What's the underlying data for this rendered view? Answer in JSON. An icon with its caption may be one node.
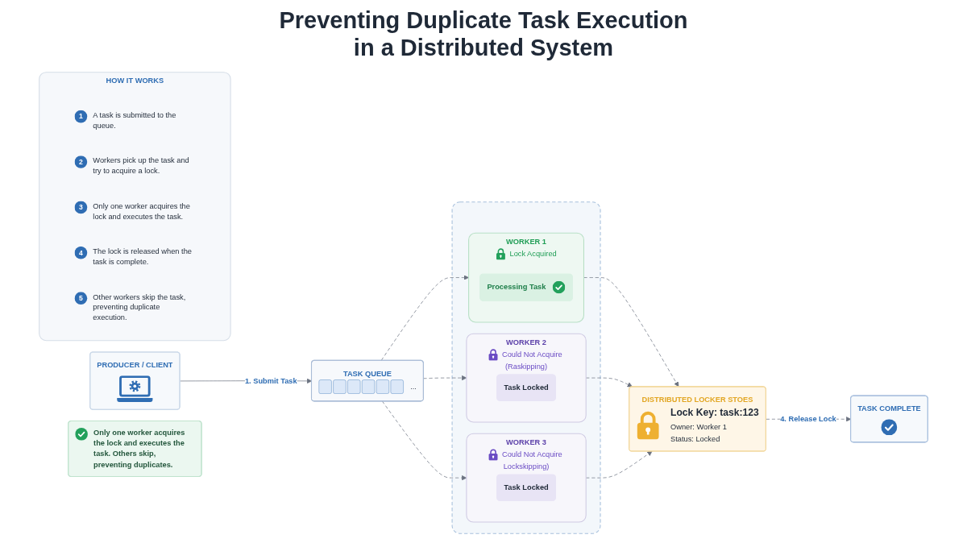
{
  "diagram": {
    "title": "Preventing Duplicate Task Execution in a Distributed System",
    "nodes": [
      {
        "text": [
          "PRODUCER / CLIENT"
        ]
      },
      {
        "text": [
          "TASK QUEUE",
          "..."
        ]
      },
      {
        "text": [],
        "shape": "box"
      },
      {
        "text": [
          "WORKER 1",
          "Lock Acquired"
        ],
        "in": 2
      },
      {
        "text": [
          "Processing Task"
        ],
        "in": 3
      },
      {
        "text": [
          "WORKER 2",
          "Could Not Acquire (Raskipping)"
        ],
        "in": 2
      },
      {
        "text": [
          "Task Locked"
        ],
        "in": 5
      },
      {
        "text": [
          "WORKER 3",
          "Could Not Acquire Lockskipping)"
        ],
        "in": 2
      },
      {
        "text": [
          "Task Locked"
        ],
        "in": 7
      },
      {
        "text": [
          "DISTRIBUTED LOCKER STOES",
          "Lock Key: task:123",
          "Owner: Worker 1",
          "Status: Locked"
        ]
      },
      {
        "text": [
          "TASK COMPLETE"
        ]
      },
      {
        "text": [
          "HOW IT WORKS"
        ]
      },
      {
        "text": [
          "1"
        ],
        "in": 11,
        "beside": [
          "A task is submitted to the queue."
        ]
      },
      {
        "text": [
          "2"
        ],
        "in": 11,
        "beside": [
          "Workers pick up the task and try to acquire a lock."
        ]
      },
      {
        "text": [
          "3"
        ],
        "in": 11,
        "beside": [
          "Only one worker acquires the lock and executes the task."
        ]
      },
      {
        "text": [
          "4"
        ],
        "in": 11,
        "beside": [
          "The lock is released when the task is complete."
        ]
      },
      {
        "text": [
          "5"
        ],
        "in": 11,
        "beside": [
          "Other workers skip the task, preventing duplicate execution."
        ]
      },
      {
        "text": [
          "Only one worker acquires the lock and executes the task. Others skip, preventing duplicates."
        ]
      }
    ],
    "edges": [
      {
        "from": 0,
        "to": 1,
        "arrow": "to",
        "label": "1. Submit Task"
      },
      {
        "from": 1,
        "to": 3,
        "arrow": "to",
        "style": "dashed"
      },
      {
        "from": 1,
        "to": 5,
        "arrow": "to",
        "style": "dashed"
      },
      {
        "from": 1,
        "to": 7,
        "arrow": "to",
        "style": "dashed"
      },
      {
        "from": 3,
        "to": 9,
        "arrow": "to",
        "style": "dashed"
      },
      {
        "from": 5,
        "to": 9,
        "arrow": "to",
        "style": "dashed"
      },
      {
        "from": 7,
        "to": 9,
        "arrow": "to",
        "style": "dashed"
      },
      {
        "from": 9,
        "to": 10,
        "arrow": "to",
        "label": "4. Release Lock",
        "style": "dashed"
      }
    ]
  }
}
